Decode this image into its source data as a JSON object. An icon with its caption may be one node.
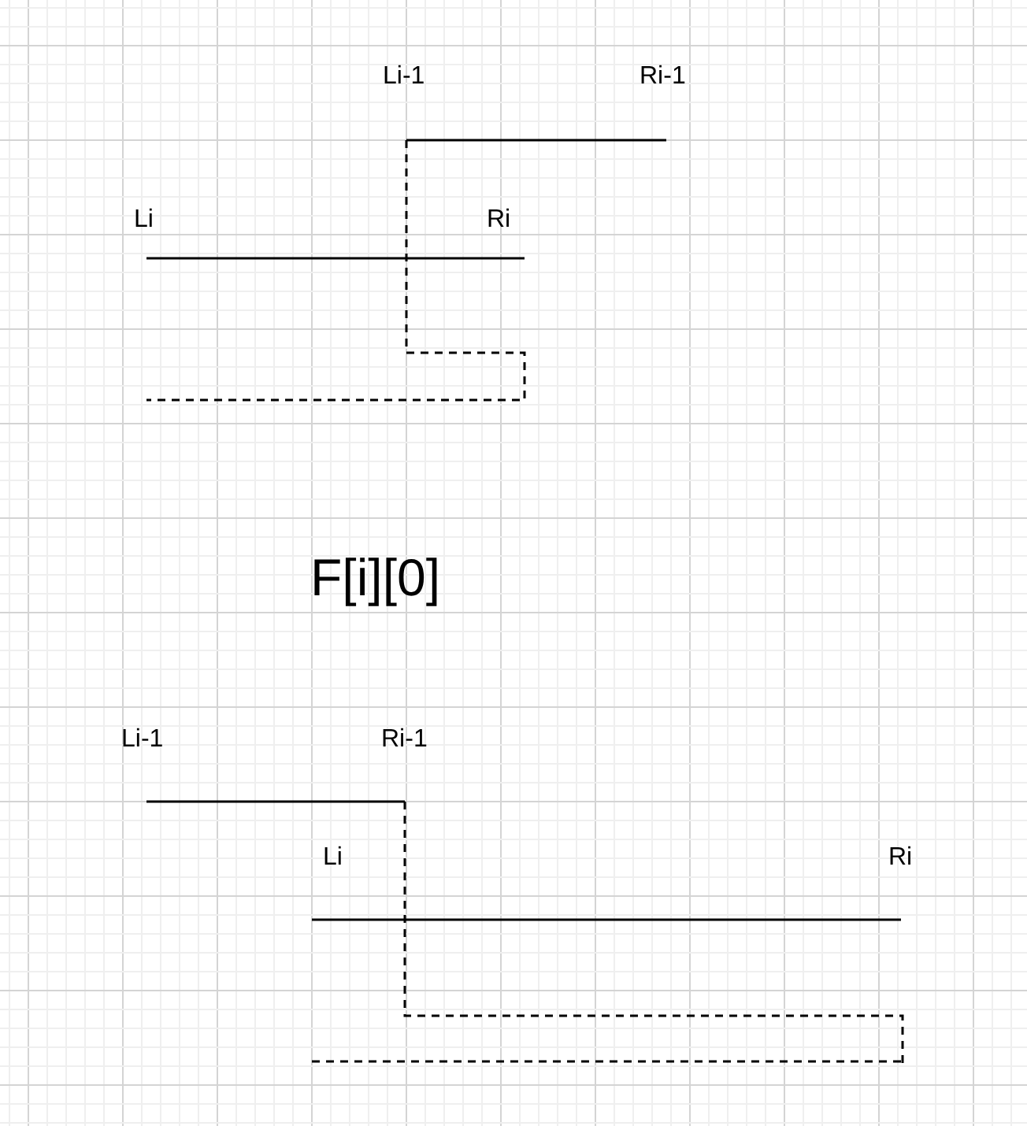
{
  "diagram": {
    "labels": [
      "Li-1",
      "Ri-1",
      "Li",
      "Ri",
      "F[i][0]",
      "Li-1",
      "Ri-1",
      "Li",
      "Ri"
    ]
  }
}
